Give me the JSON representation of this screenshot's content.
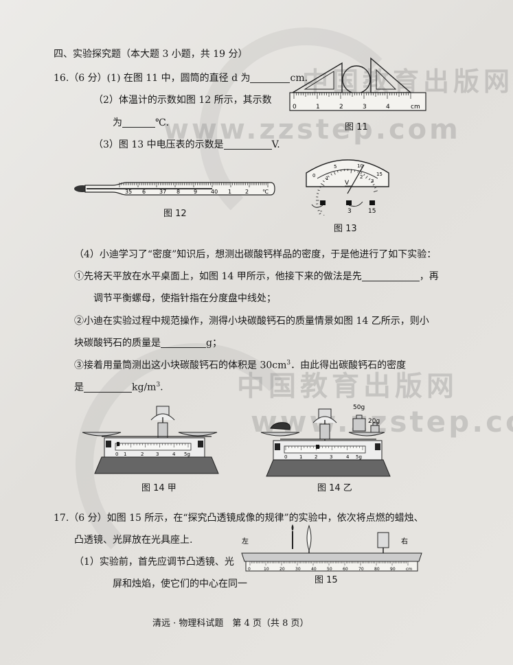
{
  "watermark": {
    "cn": "中国教育出版网",
    "url": "www.zzstep.com"
  },
  "section": {
    "title": "四、实验探究题（本大题 3 小题，共 19 分）"
  },
  "q16": {
    "part1_before": "16.（6 分）(1) 在图 11 中，圆筒的直径 d 为",
    "part1_unit": "cm.",
    "part2_line1": "（2）体温计的示数如图 12 所示，其示数",
    "part2_before": "为",
    "part2_unit": "℃.",
    "part3_before": "（3）图 13 中电压表的示数是",
    "part3_unit": "V.",
    "part4_intro": "（4）小迪学习了“密度”知识后，想测出碳酸钙样品的密度，于是他进行了如下实验：",
    "step1_before": "①先将天平放在水平桌面上，如图 14 甲所示，他接下来的做法是先",
    "step1_after": "，再",
    "step1_cont": "调节平衡螺母，使指针指在分度盘中线处；",
    "step2": "②小迪在实验过程中规范操作，测得小块碳酸钙石的质量情景如图 14 乙所示，则小",
    "step2_cont_before": "块碳酸钙石的质量是",
    "step2_cont_unit": "g；",
    "step3_before": "③接着用量筒测出这小块碳酸钙石的体积是 30cm",
    "step3_sup": "3",
    "step3_after": "．由此得出碳酸钙石的密度",
    "step3_cont_before": "是",
    "step3_cont_unit": "kg/m",
    "step3_cont_end": "."
  },
  "figures": {
    "fig11": "图 11",
    "fig11_unit": "cm",
    "fig11_labels": [
      "0",
      "1",
      "2",
      "3",
      "4"
    ],
    "fig12": "图 12",
    "fig12_labels": [
      "35",
      "6",
      "37",
      "8",
      "9",
      "40",
      "1",
      "2",
      "℃"
    ],
    "fig13": "图 13",
    "fig13_unit": "V",
    "fig13_terminals": [
      "-",
      "3",
      "15"
    ],
    "fig14a": "图 14 甲",
    "fig14b": "图 14 乙",
    "weights": [
      "50g",
      "20g"
    ],
    "fig15": "图 15",
    "fig15_left": "左",
    "fig15_right": "右",
    "fig15_labels": [
      "0",
      "10",
      "20",
      "30",
      "40",
      "50",
      "60",
      "70",
      "80",
      "90",
      "cm"
    ]
  },
  "q17": {
    "line1": "17.（6 分）如图 15 所示，在“探究凸透镜成像的规律”的实验中，依次将点燃的蜡烛、",
    "line2": "凸透镜、光屏放在光具座上.",
    "part1_line1": "（1）实验前，首先应调节凸透镜、光",
    "part1_line2": "屏和烛焰，使它们的中心在同一"
  },
  "footer": "清远 · 物理科试题　第 4 页（共 8 页）"
}
